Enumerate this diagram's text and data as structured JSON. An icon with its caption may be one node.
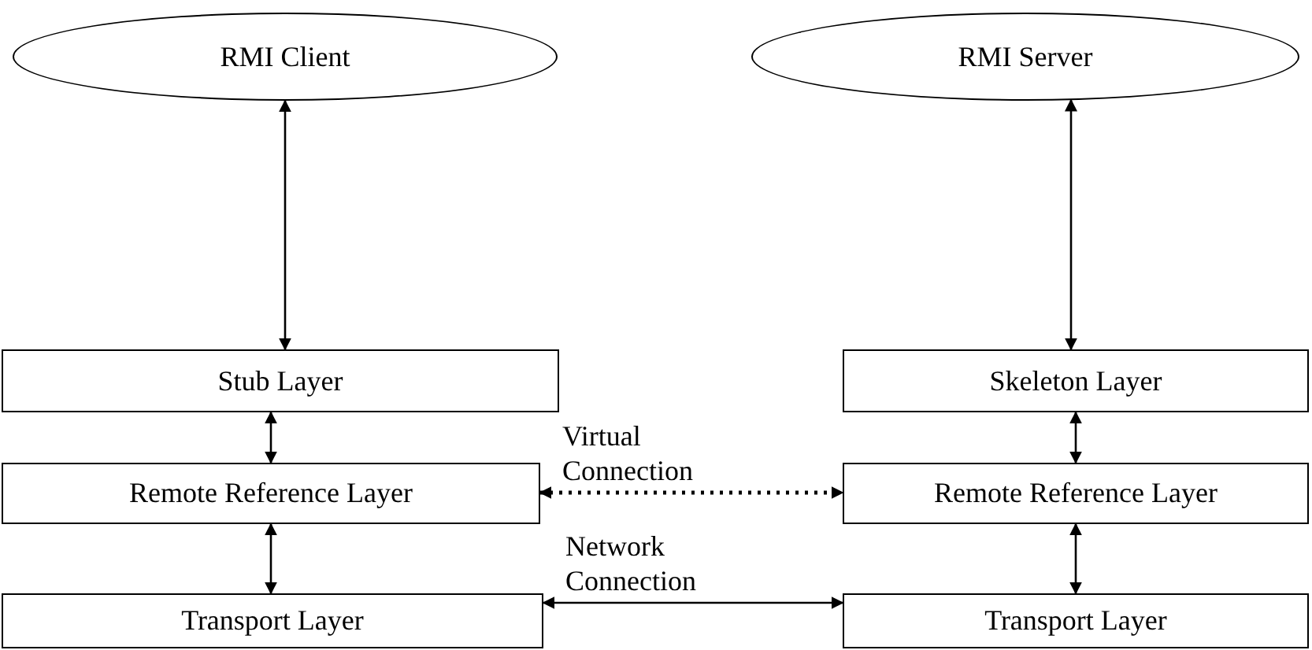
{
  "diagram": {
    "nodes": [
      {
        "text": [
          "RMI Client"
        ]
      },
      {
        "text": [
          "RMI Server"
        ]
      },
      {
        "text": [
          "Stub Layer"
        ]
      },
      {
        "text": [
          "Skeleton Layer"
        ]
      },
      {
        "text": [
          "Remote Reference Layer"
        ]
      },
      {
        "text": [
          "Remote Reference Layer"
        ]
      },
      {
        "text": [
          "Transport Layer"
        ]
      },
      {
        "text": [
          "Transport Layer"
        ]
      }
    ],
    "edges": [
      {
        "from": 0,
        "to": 2,
        "arrow": "both"
      },
      {
        "from": 1,
        "to": 3,
        "arrow": "both"
      },
      {
        "from": 2,
        "to": 4,
        "arrow": "both"
      },
      {
        "from": 3,
        "to": 5,
        "arrow": "both"
      },
      {
        "from": 4,
        "to": 6,
        "arrow": "both"
      },
      {
        "from": 5,
        "to": 7,
        "arrow": "both"
      },
      {
        "from": 4,
        "to": 5,
        "arrow": "both",
        "label": "Virtual Connection",
        "style": "dashed"
      },
      {
        "from": 6,
        "to": 7,
        "arrow": "both",
        "label": "Network Connection"
      }
    ]
  }
}
